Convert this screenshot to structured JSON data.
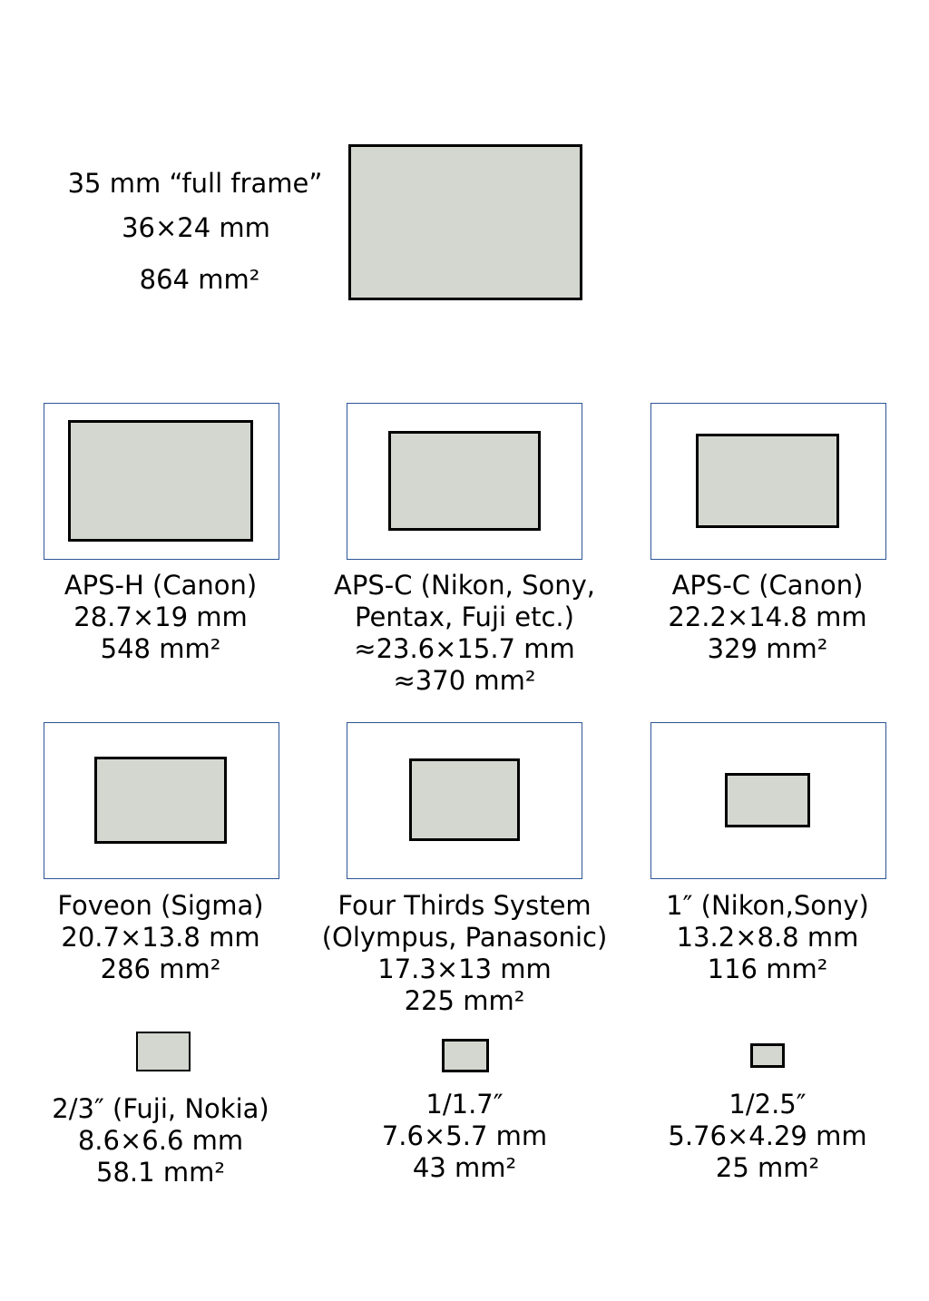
{
  "colors": {
    "sensor_fill": "#d3d7cf",
    "sensor_border": "#000000",
    "frame_border": "#2c5596"
  },
  "full_frame": {
    "name": "35 mm “full frame”",
    "dimensions": "36×24 mm",
    "area": "864 mm²"
  },
  "sensors": [
    {
      "lines": [
        "APS-H (Canon)",
        "28.7×19 mm",
        "548 mm²"
      ]
    },
    {
      "lines": [
        "APS-C (Nikon, Sony,",
        "Pentax, Fuji etc.)",
        "≈23.6×15.7 mm",
        "≈370 mm²"
      ]
    },
    {
      "lines": [
        "APS-C (Canon)",
        "22.2×14.8 mm",
        "329 mm²"
      ]
    },
    {
      "lines": [
        "Foveon (Sigma)",
        "20.7×13.8 mm",
        "286 mm²"
      ]
    },
    {
      "lines": [
        "Four Thirds System",
        "(Olympus, Panasonic)",
        "17.3×13 mm",
        "225 mm²"
      ]
    },
    {
      "lines": [
        "1″ (Nikon,Sony)",
        "13.2×8.8 mm",
        "116 mm²"
      ]
    },
    {
      "lines": [
        "2/3″ (Fuji, Nokia)",
        "8.6×6.6 mm",
        "58.1 mm²"
      ]
    },
    {
      "lines": [
        "1/1.7″",
        "7.6×5.7 mm",
        "43 mm²"
      ]
    },
    {
      "lines": [
        "1/2.5″",
        "5.76×4.29 mm",
        "25 mm²"
      ]
    }
  ]
}
